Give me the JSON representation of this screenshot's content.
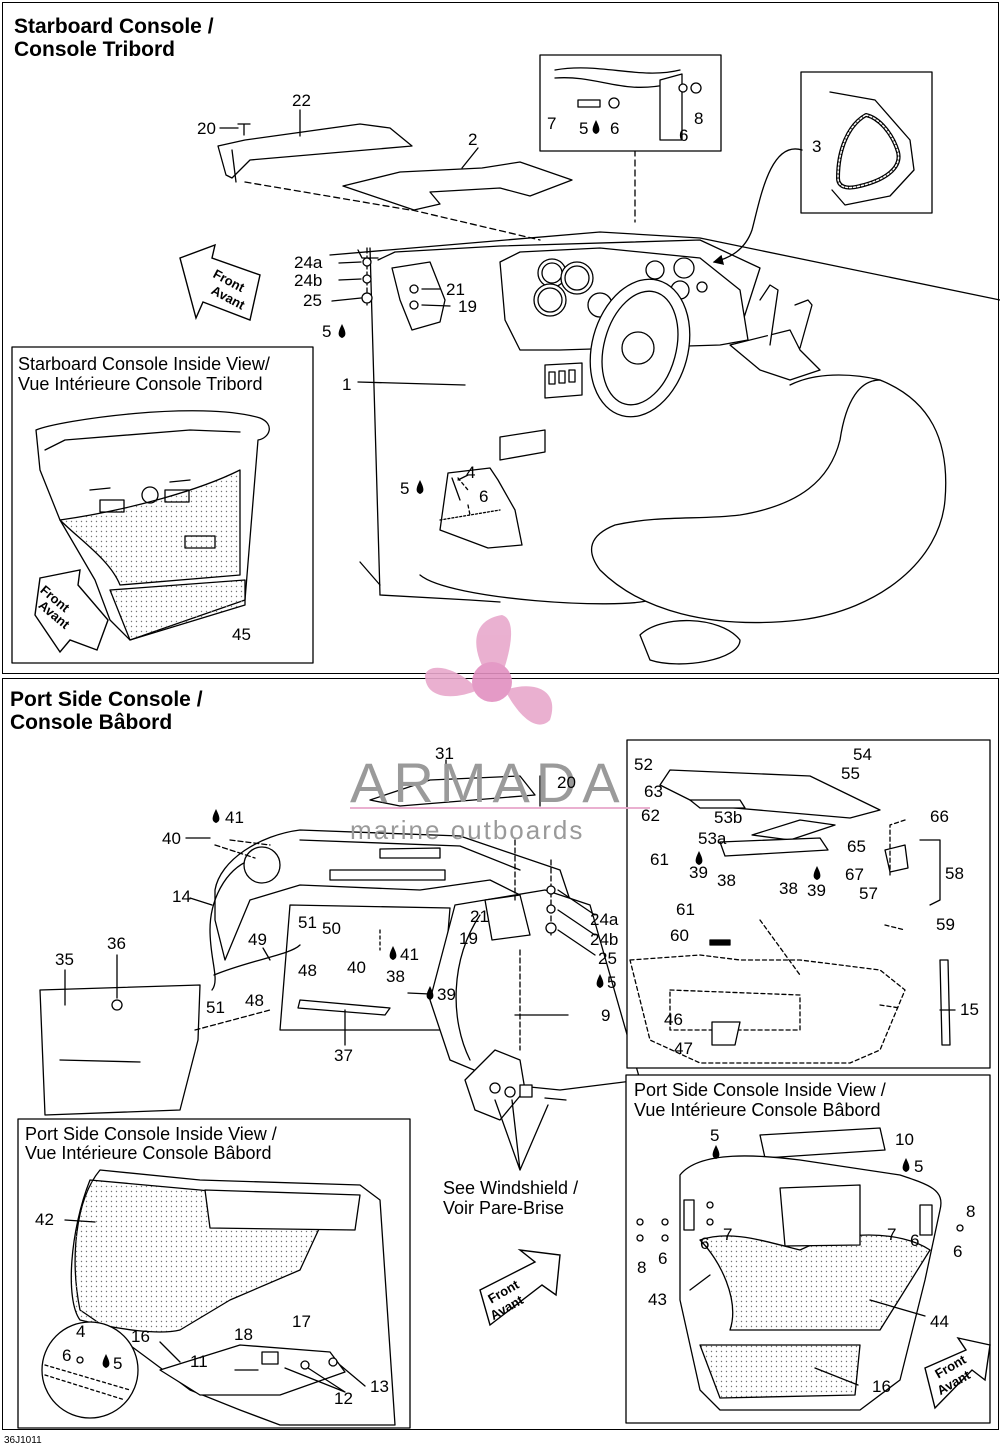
{
  "sections": {
    "starboard": {
      "title_line1": "Starboard Console /",
      "title_line2": "Console Tribord",
      "inset_title_line1": "Starboard Console Inside View/",
      "inset_title_line2": "Vue Intérieure Console Tribord"
    },
    "port": {
      "title_line1": "Port Side Console /",
      "title_line2": "Console Bâbord",
      "inset_left_line1": "Port Side Console Inside View /",
      "inset_left_line2": "Vue Intérieure Console Bâbord",
      "inset_right_line1": "Port Side Console Inside View /",
      "inset_right_line2": "Vue Intérieure Console Bâbord",
      "windshield_line1": "See Windshield /",
      "windshield_line2": "Voir Pare-Brise"
    }
  },
  "arrow_label_line1": "Front",
  "arrow_label_line2": "Avant",
  "watermark": {
    "brand": "ARMADA",
    "tagline": "marine outboards",
    "colors": {
      "logo": "#e8a8cc",
      "logo_center": "#e290c0",
      "text": "#9a9a9a"
    }
  },
  "drawing_code": "36J1011",
  "callouts": {
    "stb_20": "20",
    "stb_22": "22",
    "stb_2": "2",
    "stb_7": "7",
    "stb_5": "5",
    "stb_6a": "6",
    "stb_6b": "6",
    "stb_8": "8",
    "stb_3": "3",
    "stb_24a": "24a",
    "stb_24b": "24b",
    "stb_25": "25",
    "stb_5b": "5",
    "stb_21": "21",
    "stb_19": "19",
    "stb_1": "1",
    "stb_4": "4",
    "stb_5c": "5",
    "stb_6c": "6",
    "stb_45": "45",
    "p_31": "31",
    "p_20": "20",
    "p_41a": "41",
    "p_40a": "40",
    "p_14": "14",
    "p_36": "36",
    "p_35": "35",
    "p_49": "49",
    "p_51a": "51",
    "p_50": "50",
    "p_48a": "48",
    "p_51b": "51",
    "p_48b": "48",
    "p_40b": "40",
    "p_41b": "41",
    "p_38": "38",
    "p_39": "39",
    "p_37": "37",
    "p_21": "21",
    "p_19": "19",
    "p_24a": "24a",
    "p_24b": "24b",
    "p_25": "25",
    "p_5": "5",
    "p_9": "9",
    "d_52": "52",
    "d_54": "54",
    "d_55": "55",
    "d_63": "63",
    "d_62": "62",
    "d_53b": "53b",
    "d_53a": "53a",
    "d_61a": "61",
    "d_39a": "39",
    "d_38a": "38",
    "d_38b": "38",
    "d_39b": "39",
    "d_66": "66",
    "d_65": "65",
    "d_67": "67",
    "d_57": "57",
    "d_58": "58",
    "d_59": "59",
    "d_61b": "61",
    "d_60": "60",
    "d_46": "46",
    "d_47": "47",
    "d_15": "15",
    "il_42": "42",
    "il_4": "4",
    "il_6": "6",
    "il_5": "5",
    "il_16": "16",
    "il_18": "18",
    "il_17": "17",
    "il_11": "11",
    "il_12": "12",
    "il_13": "13",
    "ir_5a": "5",
    "ir_10": "10",
    "ir_5b": "5",
    "ir_8a": "8",
    "ir_6a": "6",
    "ir_7a": "7",
    "ir_6b": "6",
    "ir_8b": "8",
    "ir_7b": "7",
    "ir_6c": "6",
    "ir_8c": "8",
    "ir_6d": "6",
    "ir_43": "43",
    "ir_44": "44",
    "ir_16": "16"
  }
}
